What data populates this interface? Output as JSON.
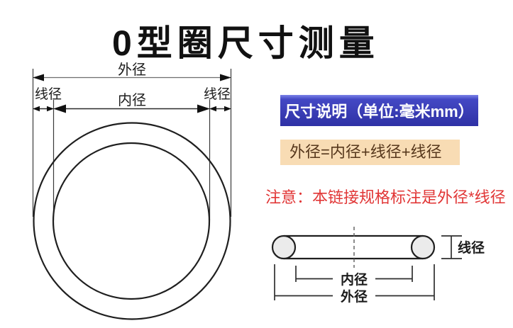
{
  "title": "0型圈尺寸测量",
  "colors": {
    "header_bg": "#3a3db5",
    "header_bg_hi": "#7b82e8",
    "header_text": "#ffffff",
    "formula_bg": "#f8dcb4",
    "formula_text": "#56371c",
    "note_text": "#e13636",
    "line": "#1f1f1f",
    "ring_fill": "#ebebeb"
  },
  "front_view": {
    "outer_label": "外径",
    "inner_label": "内径",
    "wire_left_label": "线径",
    "wire_right_label": "线径"
  },
  "panel": {
    "header": "尺寸说明（单位:毫米mm）",
    "formula": "外径=内径+线径+线径",
    "note": "注意：本链接规格标注是外径*线径"
  },
  "side_view": {
    "wire_label": "线径",
    "inner_label": "内径",
    "outer_label": "外径"
  }
}
